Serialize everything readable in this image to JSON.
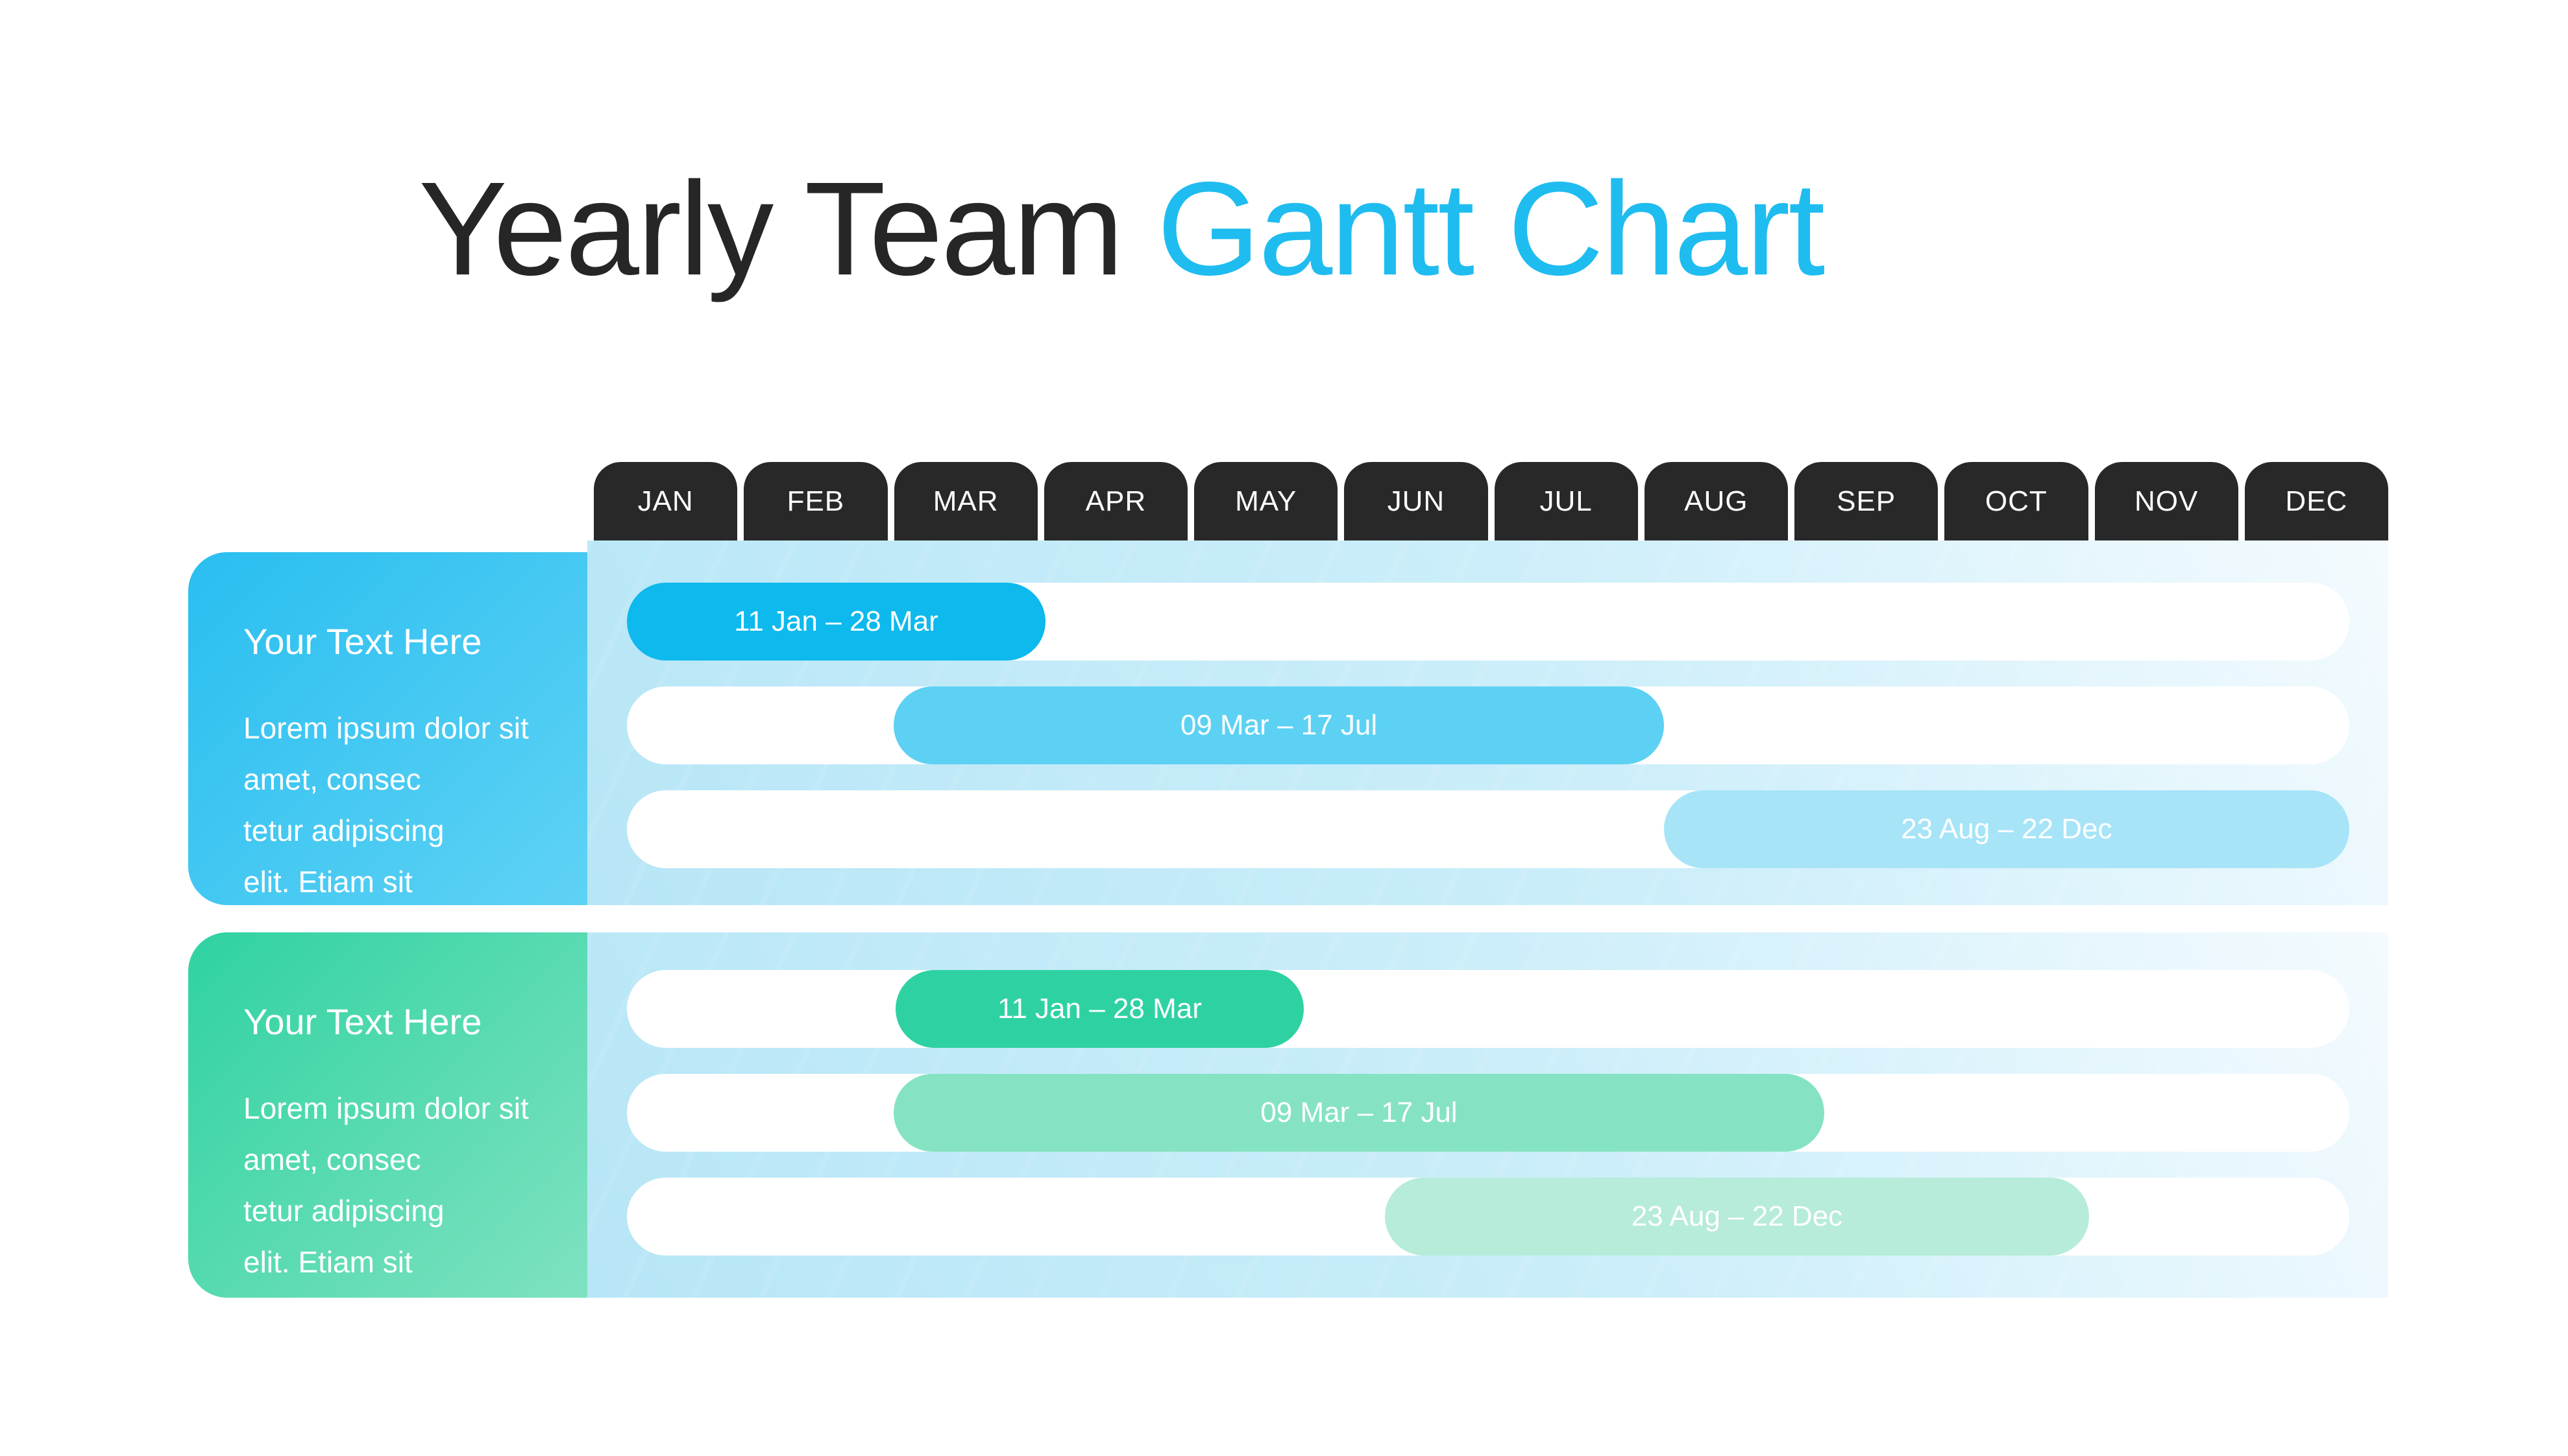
{
  "slide": {
    "title": {
      "part_dark": "Yearly Team ",
      "part_accent": "Gantt Chart"
    }
  },
  "colors": {
    "title_dark": "#262626",
    "title_accent": "#1fbcf0",
    "month_tab_bg": "#282828",
    "month_tab_text": "#ffffff",
    "chart_bg_light": "#f4fbfe",
    "chart_bg_dark": "#b7e6f6",
    "track_fill": "#ffffff"
  },
  "months": [
    "JAN",
    "FEB",
    "MAR",
    "APR",
    "MAY",
    "JUN",
    "JUL",
    "AUG",
    "SEP",
    "OCT",
    "NOV",
    "DEC"
  ],
  "sections": [
    {
      "heading": "Your Text Here",
      "body_lines": [
        "Lorem ipsum dolor sit",
        "amet, consec",
        "tetur adipiscing",
        "elit. Etiam sit"
      ],
      "label_gradient": [
        "#29bef0",
        "#5fd2f4"
      ],
      "bars": [
        {
          "label": "11 Jan – 28 Mar",
          "color": "#0db9ed",
          "left_pct": 0,
          "width_pct": 24.3
        },
        {
          "label": "09 Mar – 17 Jul",
          "color": "#5cd1f3",
          "left_pct": 15.5,
          "width_pct": 44.7
        },
        {
          "label": "23 Aug – 22 Dec",
          "color": "#a7e4f8",
          "left_pct": 60.2,
          "width_pct": 39.8
        }
      ]
    },
    {
      "heading": "Your Text Here",
      "body_lines": [
        "Lorem ipsum dolor sit",
        "amet, consec",
        "tetur adipiscing",
        "elit. Etiam sit"
      ],
      "label_gradient": [
        "#2fd2a2",
        "#7fe2c0"
      ],
      "bars": [
        {
          "label": "11 Jan – 28 Mar",
          "color": "#2ed2a2",
          "left_pct": 15.6,
          "width_pct": 23.7
        },
        {
          "label": "09 Mar – 17 Jul",
          "color": "#85e3c3",
          "left_pct": 15.5,
          "width_pct": 54.0
        },
        {
          "label": "23 Aug – 22 Dec",
          "color": "#b6ecd9",
          "left_pct": 44.0,
          "width_pct": 40.9
        }
      ]
    }
  ],
  "chart_data": {
    "type": "bar",
    "subtype": "gantt",
    "title": "Yearly Team Gantt Chart",
    "x_categories": [
      "JAN",
      "FEB",
      "MAR",
      "APR",
      "MAY",
      "JUN",
      "JUL",
      "AUG",
      "SEP",
      "OCT",
      "NOV",
      "DEC"
    ],
    "x_range_months": [
      0,
      12
    ],
    "grid": false,
    "legend": "none",
    "groups": [
      {
        "name": "Your Text Here (blue team)",
        "tasks": [
          {
            "label": "11 Jan – 28 Mar",
            "visual_start_month": 0.2,
            "visual_end_month": 3.0
          },
          {
            "label": "09 Mar – 17 Jul",
            "visual_start_month": 2.0,
            "visual_end_month": 7.2
          },
          {
            "label": "23 Aug – 22 Dec",
            "visual_start_month": 7.2,
            "visual_end_month": 11.7
          }
        ]
      },
      {
        "name": "Your Text Here (green team)",
        "tasks": [
          {
            "label": "11 Jan – 28 Mar",
            "visual_start_month": 2.0,
            "visual_end_month": 4.7
          },
          {
            "label": "09 Mar – 17 Jul",
            "visual_start_month": 2.0,
            "visual_end_month": 8.2
          },
          {
            "label": "23 Aug – 22 Dec",
            "visual_start_month": 5.3,
            "visual_end_month": 10.0
          }
        ]
      }
    ]
  }
}
